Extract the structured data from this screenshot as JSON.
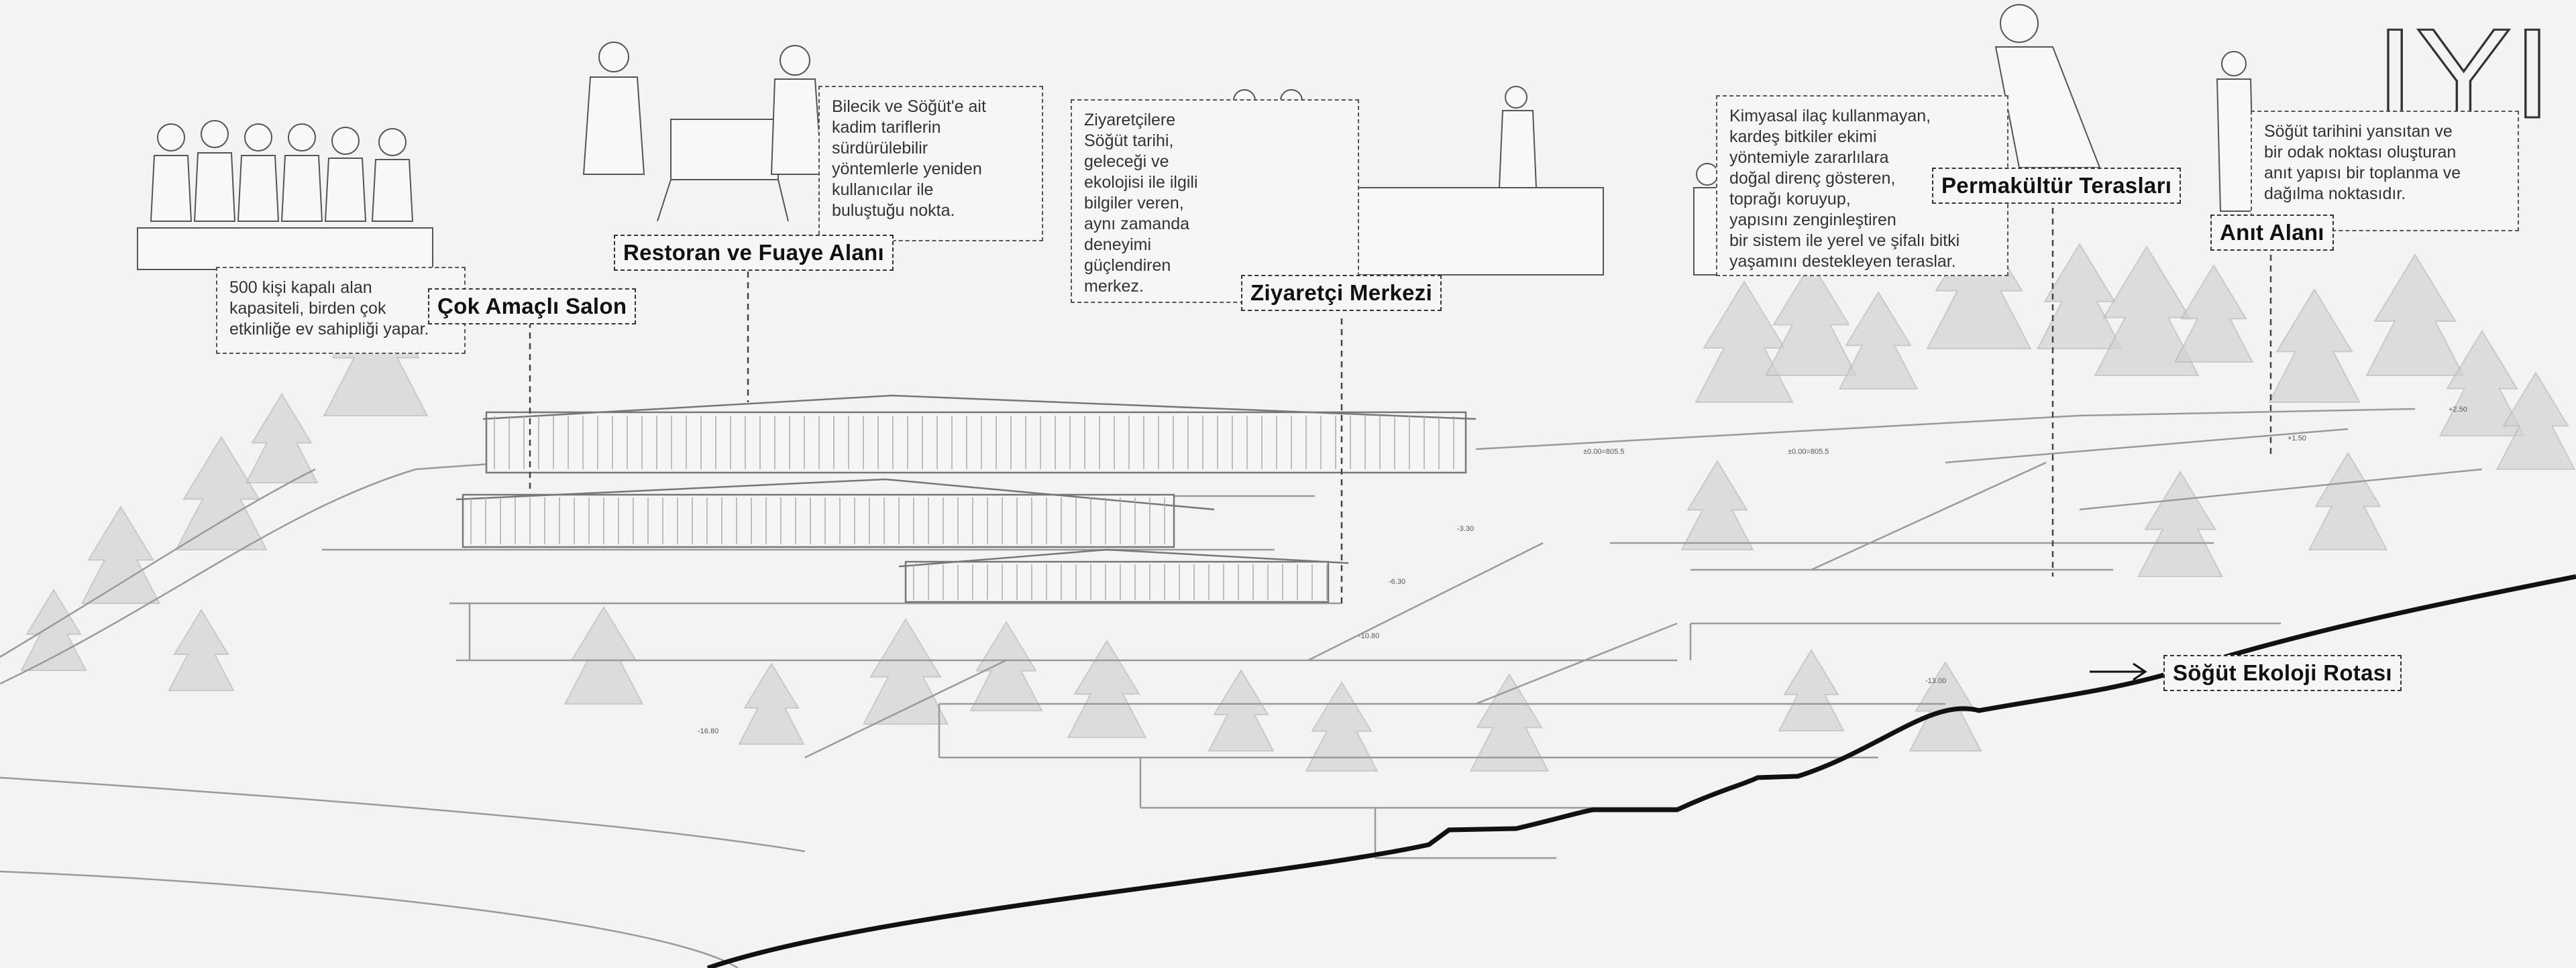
{
  "logo": "IYI",
  "labels": {
    "cok_amacli": "Çok Amaçlı Salon",
    "restoran": "Restoran ve Fuaye Alanı",
    "ziyaretci": "Ziyaretçi Merkezi",
    "permakultur": "Permakültür Terasları",
    "anit": "Anıt Alanı",
    "rota": "Söğüt Ekoloji Rotası"
  },
  "notes": {
    "salon": "500 kişi kapalı alan\nkapasiteli, birden çok\netkinliğe ev sahipliği yapar.",
    "restoran": "Bilecik ve Söğüt'e ait\nkadim tariflerin\nsürdürülebilir\nyöntemlerle yeniden\nkullanıcılar ile\nbuluştuğu nokta.",
    "ziyaretci": "Ziyaretçilere\nSöğüt tarihi,\ngeleceği ve\nekolojisi ile ilgili\nbilgiler veren,\naynı zamanda\ndeneyimi\ngüçlendiren\nmerkez.",
    "permakultur": "Kimyasal ilaç kullanmayan,\nkardeş bitkiler ekimi\nyöntemiyle zararlılara\ndoğal direnç gösteren,\ntoprağı koruyup,\nyapısını zenginleştiren\nbir sistem ile yerel ve şifalı bitki\nyaşamını destekleyen teraslar.",
    "anit": "Söğüt tarihini yansıtan ve\nbir odak noktası oluşturan\nanıt yapısı bir toplanma ve\ndağılma noktasıdır."
  },
  "levels": [
    "±0.00=805.5",
    "±0.00=805.5",
    "-3.30",
    "-6.30",
    "-10.80",
    "-13.00",
    "-16.80",
    "+2.50",
    "+1.50"
  ],
  "colors": {
    "background": "#f3f3f3",
    "line": "#1a1a1a",
    "tree": "#bdbdbd",
    "building": "#8a8a8a"
  }
}
